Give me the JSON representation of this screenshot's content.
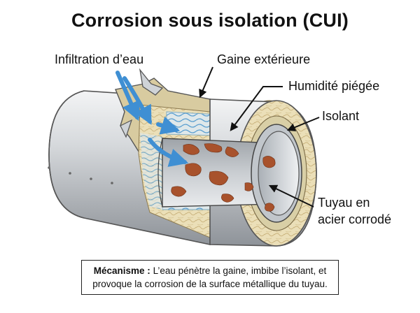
{
  "title": "Corrosion sous isolation (CUI)",
  "labels": {
    "water": "Infiltration d’eau",
    "jacket": "Gaine extérieure",
    "moisture": "Humidité piégée",
    "insulation": "Isolant",
    "pipe_line1": "Tuyau en",
    "pipe_line2": "acier corrodé"
  },
  "caption": {
    "bold": "Mécanisme :",
    "line1": " L’eau pénètre la gaine, imbibe l’isolant, et",
    "line2": "provoque la corrosion de la surface métallique du tuyau."
  },
  "colors": {
    "jacket": "#c9cccf",
    "insulation": "#e9dcb4",
    "moisture_water": "#5b9fd0",
    "steel": "#b7bcc1",
    "rust": "#a8522c",
    "arrow": "#3f8fd3"
  }
}
